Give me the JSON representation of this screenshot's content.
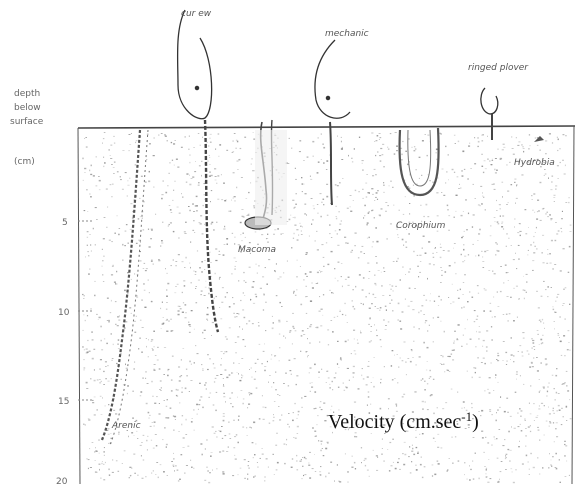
{
  "labels": {
    "top_left": "cur ew",
    "top_middle": "mechanic",
    "top_right": "ringed plover",
    "depth_line1": "depth",
    "depth_line2": "below",
    "depth_line3": "surface",
    "depth_unit": "(cm)",
    "burrow_left": "Arenic",
    "burrow_middle": "Macoma",
    "burrow_right": "Corophium",
    "burrow_far_right": "Hydrobia"
  },
  "depth_ticks": [
    "5",
    "10",
    "15",
    "20"
  ],
  "caption": "Velocity (cm.sec",
  "caption_sup": "-1",
  "caption_end": ")",
  "colors": {
    "ink": "#333333",
    "grain": "#8a8a8a",
    "background": "#ffffff"
  }
}
